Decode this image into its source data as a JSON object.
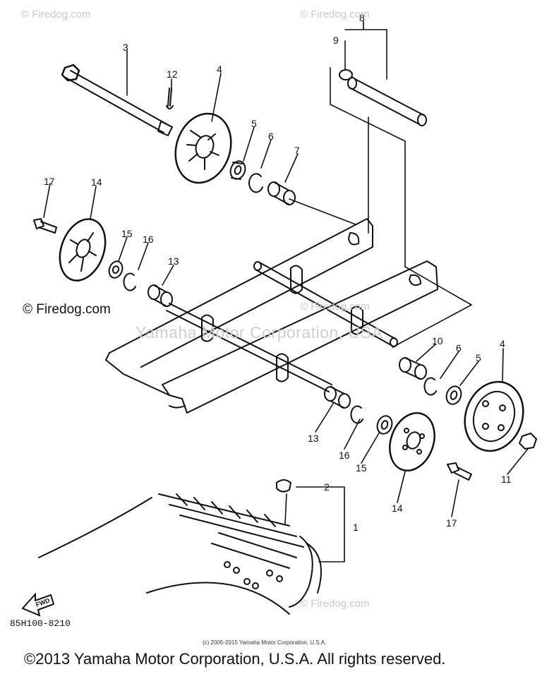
{
  "watermarks": {
    "top_left": "© Firedog.com",
    "top_right": "© Firedog.com",
    "mid_left": "© Firedog.com",
    "mid_center": "© Firedog.com",
    "bottom_right": "© Firedog.com",
    "center_band": "Yamaha Motor Corporation, USA"
  },
  "logo": {
    "fwd_text": "FWD"
  },
  "drawing_code": "85H100-8210",
  "small_copyright": "(c) 2005-2015 Yamaha Motor Corporation, U.S.A.",
  "footer_copyright": "©2013 Yamaha Motor Corporation, U.S.A. All rights reserved.",
  "callouts": [
    "3",
    "12",
    "4",
    "5",
    "6",
    "7",
    "9",
    "8",
    "17",
    "14",
    "15",
    "16",
    "13",
    "10",
    "6",
    "5",
    "4",
    "13",
    "16",
    "15",
    "14",
    "11",
    "17",
    "2",
    "1"
  ]
}
